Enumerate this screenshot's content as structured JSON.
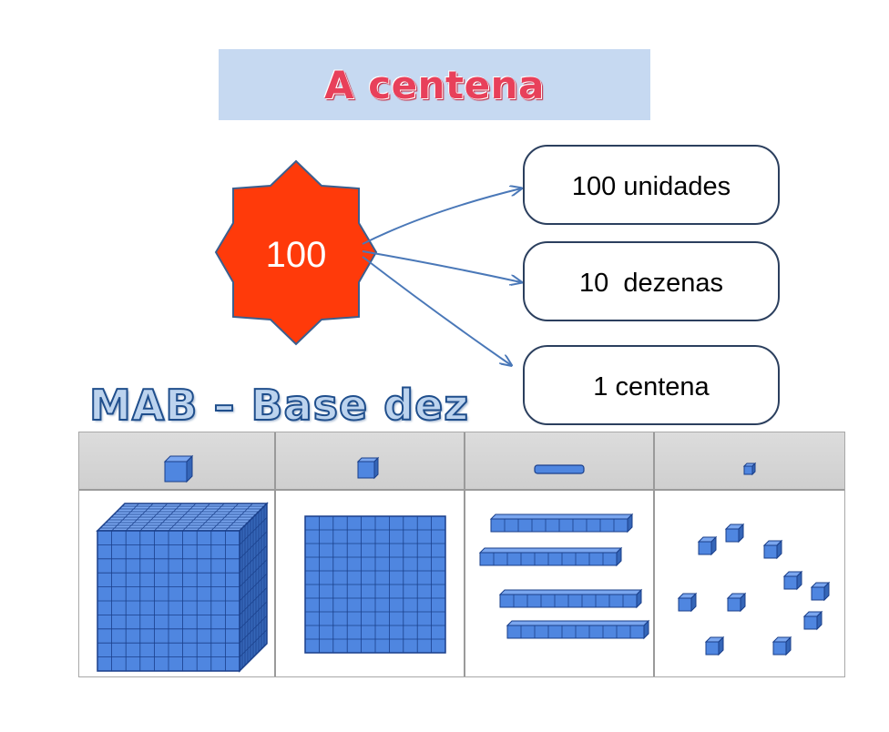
{
  "title": "A centena",
  "center_value": "100",
  "equivalences": [
    {
      "label": "100 unidades"
    },
    {
      "label": "10  dezenas"
    },
    {
      "label": "1 centena"
    }
  ],
  "mab_title": "MAB – Base dez",
  "colors": {
    "title_bg": "#c6d9f1",
    "title_text": "#e8405a",
    "star_fill": "#ff3a0a",
    "star_stroke": "#3a5f8f",
    "arrow": "#4a78b8",
    "block_fill": "#4f86e0",
    "block_line": "#1a3f8a",
    "mab_text": "#1f4e8c"
  },
  "mab_columns": [
    {
      "piece": "cube-icon"
    },
    {
      "piece": "flat-icon"
    },
    {
      "piece": "rod-icon"
    },
    {
      "piece": "unit-icon"
    }
  ]
}
